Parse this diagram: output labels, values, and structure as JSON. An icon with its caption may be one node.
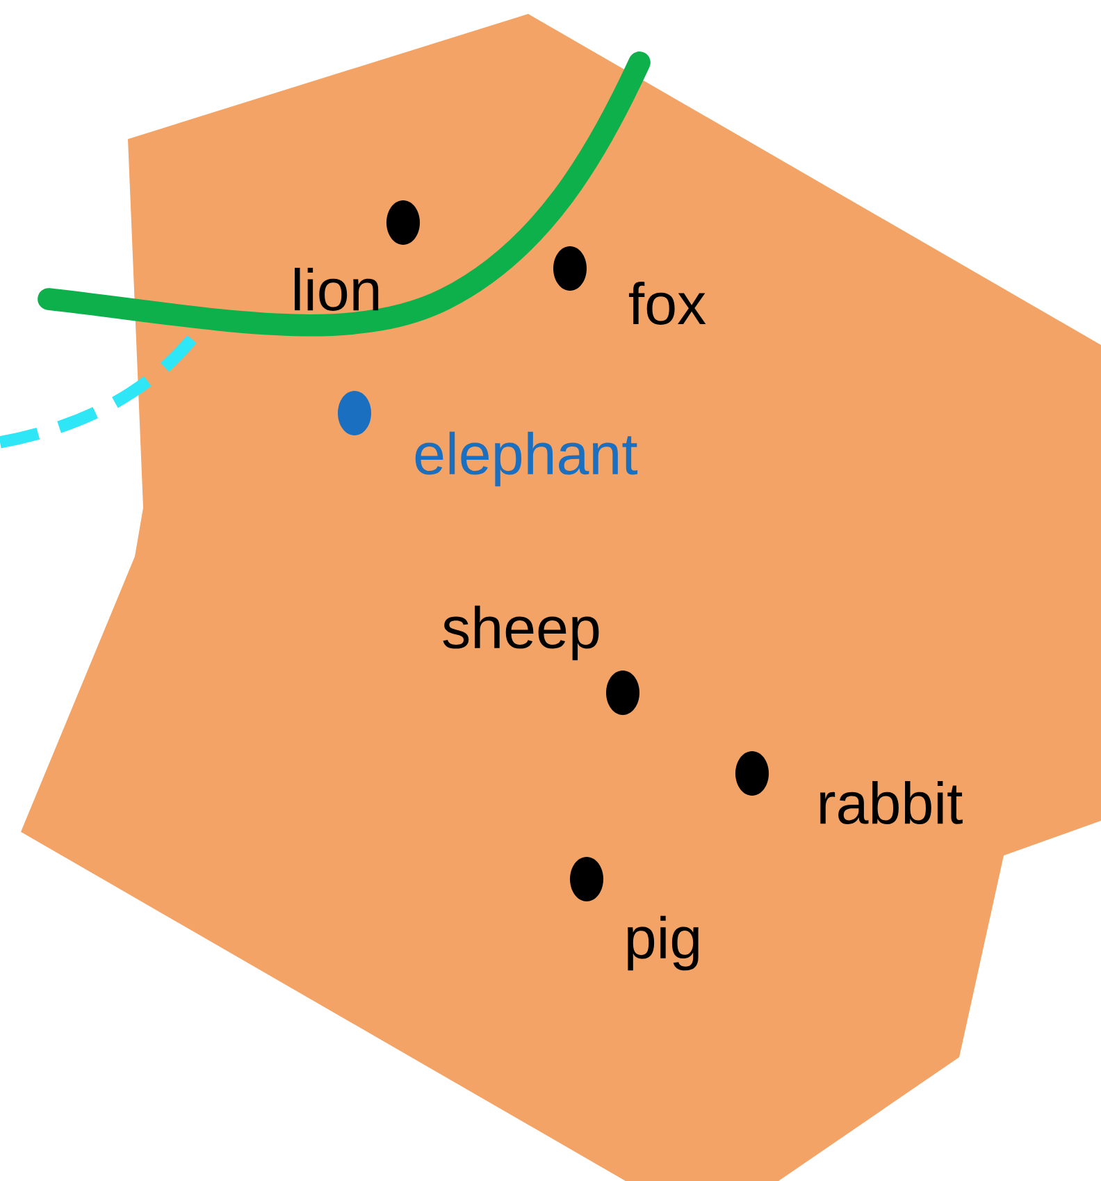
{
  "diagram": {
    "labels": [
      "lion",
      "fox",
      "elephant",
      "sheep",
      "rabbit",
      "pig"
    ]
  }
}
